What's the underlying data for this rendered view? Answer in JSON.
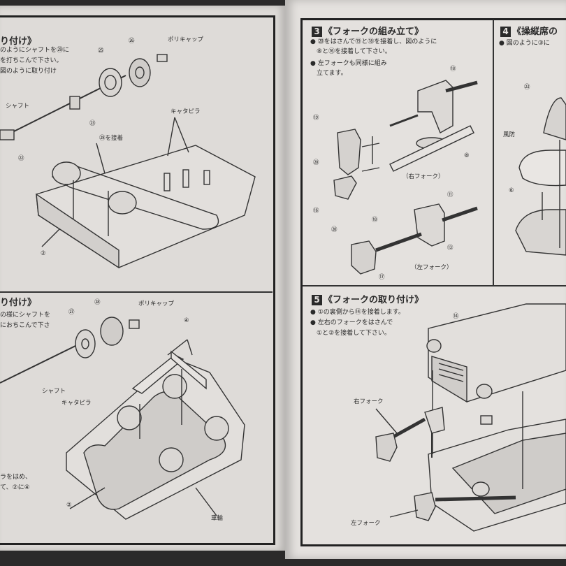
{
  "left_page": {
    "top_panel": {
      "title": "り付け》",
      "notes": [
        "のようにシャフトを㉙に",
        "を打ちこんで下さい。",
        "図のように取り付け"
      ],
      "labels": {
        "poly_cap": "ポリキャップ",
        "shaft": "シャフト",
        "caterpillar": "キャタピラ",
        "glue_29": "㉙を接着",
        "part_26": "㉖",
        "part_25": "㉕",
        "part_23": "㉓",
        "part_22": "㉒",
        "part_2": "②"
      }
    },
    "bottom_panel": {
      "title": "り付け》",
      "notes": [
        "の様にシャフトを",
        "におちこんで下さ",
        "ラをはめ、",
        "て、②に④"
      ],
      "labels": {
        "poly_cap": "ポリキャップ",
        "shaft": "シャフト",
        "caterpillar": "キャタピラ",
        "wheel": "車輪",
        "part_28": "㉘",
        "part_27": "㉗",
        "part_4": "④",
        "part_2": "②"
      }
    }
  },
  "right_page": {
    "step3": {
      "number": "3",
      "title": "《フォークの組み立て》",
      "notes": [
        "● ⑳をはさんで⑲と⑱を接着し、図のように",
        "　⑧と⑯を接着して下さい。",
        "● 左フォークも同様に組み",
        "　立てます。"
      ],
      "labels": {
        "part_18": "⑱",
        "part_19": "⑲",
        "part_20a": "⑳",
        "part_8": "⑧",
        "part_16": "⑯",
        "right_fork": "（右フォーク）",
        "part_11": "⑪",
        "part_18b": "⑱",
        "part_20b": "⑳",
        "part_13": "⑬",
        "part_17": "⑰",
        "left_fork": "（左フォーク）"
      }
    },
    "step4": {
      "number": "4",
      "title": "《操縦席の",
      "notes": [
        "● 図のように③に"
      ],
      "labels": {
        "part_23": "㉓",
        "windshield": "風防",
        "part_6": "⑥"
      }
    },
    "step5": {
      "number": "5",
      "title": "《フォークの取り付け》",
      "notes": [
        "● ①の裏側から⑭を接着します。",
        "● 左右のフォークをはさんで",
        "　①と②を接着して下さい。"
      ],
      "labels": {
        "part_14": "⑭",
        "right_fork": "右フォーク",
        "left_fork": "左フォーク"
      }
    }
  }
}
